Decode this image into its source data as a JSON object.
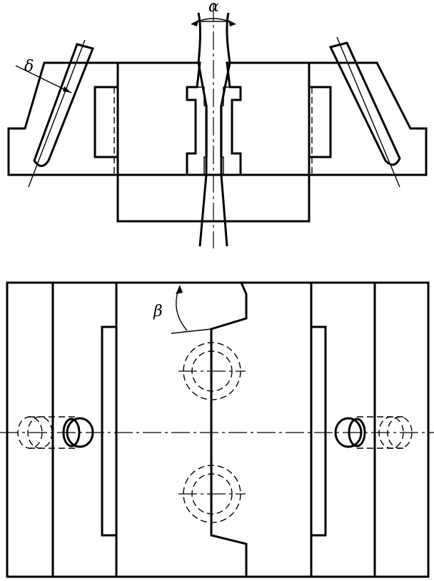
{
  "labels": {
    "alpha": "α",
    "delta": "δ",
    "beta": "β"
  },
  "colors": {
    "line": "#000000",
    "background": "#ffffff"
  }
}
